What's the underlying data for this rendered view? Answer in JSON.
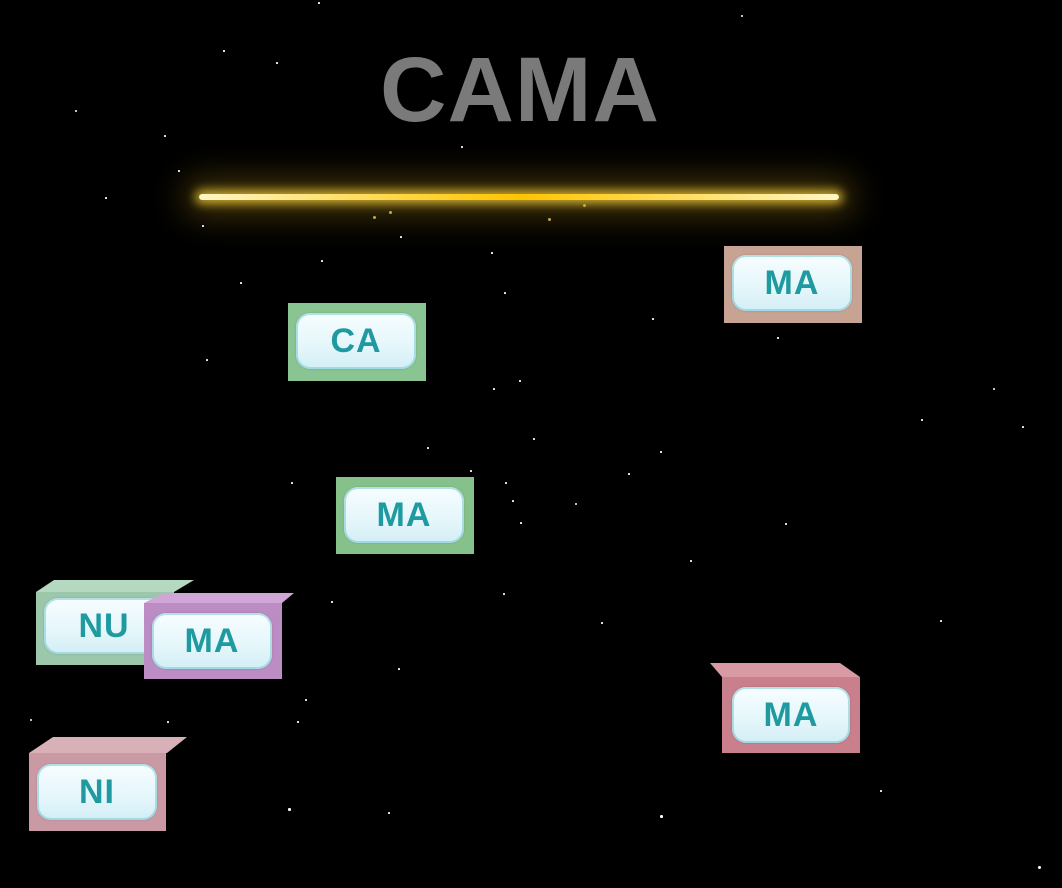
{
  "title": "CAMA",
  "blocks": [
    {
      "label": "MA",
      "color": "#c6a393"
    },
    {
      "label": "CA",
      "color": "#89c492"
    },
    {
      "label": "MA",
      "color": "#86c18c"
    },
    {
      "label": "NU",
      "color": "#9cc7ab"
    },
    {
      "label": "MA",
      "color": "#bb8dc4"
    },
    {
      "label": "MA",
      "color": "#c97f8c"
    },
    {
      "label": "NI",
      "color": "#c99aa4"
    }
  ],
  "colors": {
    "background": "#000000",
    "title": "#7a7a7a",
    "laser": "#ffd84a",
    "tile_text": "#1e9aa0"
  }
}
